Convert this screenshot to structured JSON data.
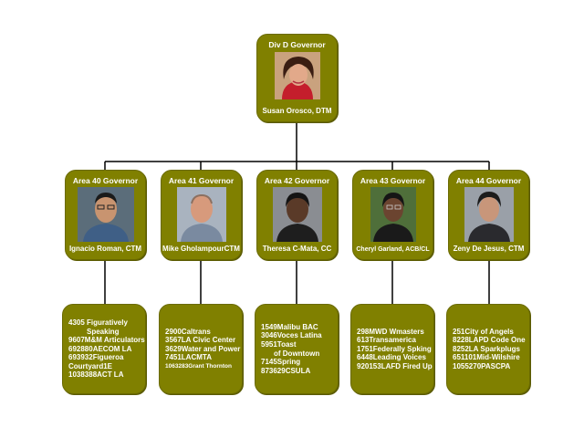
{
  "top": {
    "title": "Div D Governor",
    "name": "Susan Orosco, DTM"
  },
  "areas": [
    {
      "title": "Area 40 Governor",
      "name": "Ignacio Roman, CTM",
      "clubs": [
        "4305 Figuratively",
        "Speaking",
        "9607M&M Articulators",
        "692880AECOM LA",
        "693932Figueroa",
        "Courtyard1E",
        "1038388ACT LA"
      ]
    },
    {
      "title": "Area 41 Governor",
      "name": "Mike GholampourCTM",
      "clubs": [
        "2900Caltrans",
        "3567LA Civic Center",
        "3629Water and Power",
        "7451LACMTA",
        "1063283Grant Thornton"
      ]
    },
    {
      "title": "Area 42 Governor",
      "name": "Theresa C-Mata, CC",
      "clubs": [
        "1549Malibu BAC",
        "3046Voces Latina",
        "5951Toast",
        "of Downtown",
        "7145Spring",
        "873629CSULA"
      ]
    },
    {
      "title": "Area 43 Governor",
      "name": "Cheryl Garland, ACB/CL",
      "clubs": [
        "298MWD Wmasters",
        "613Transamerica",
        "1751Federally Spking",
        "6448Leading Voices",
        "920153LAFD Fired Up"
      ]
    },
    {
      "title": "Area 44 Governor",
      "name": "Zeny De Jesus, CTM",
      "clubs": [
        "251City of Angels",
        "8228LAPD Code One",
        "8252LA Sparkplugs",
        "651101Mid-Wilshire",
        "1055270PASCPA"
      ]
    }
  ],
  "colors": {
    "box": "#808000",
    "text": "#ffffff",
    "connector": "#000000"
  },
  "icons": [
    "person-photo"
  ]
}
